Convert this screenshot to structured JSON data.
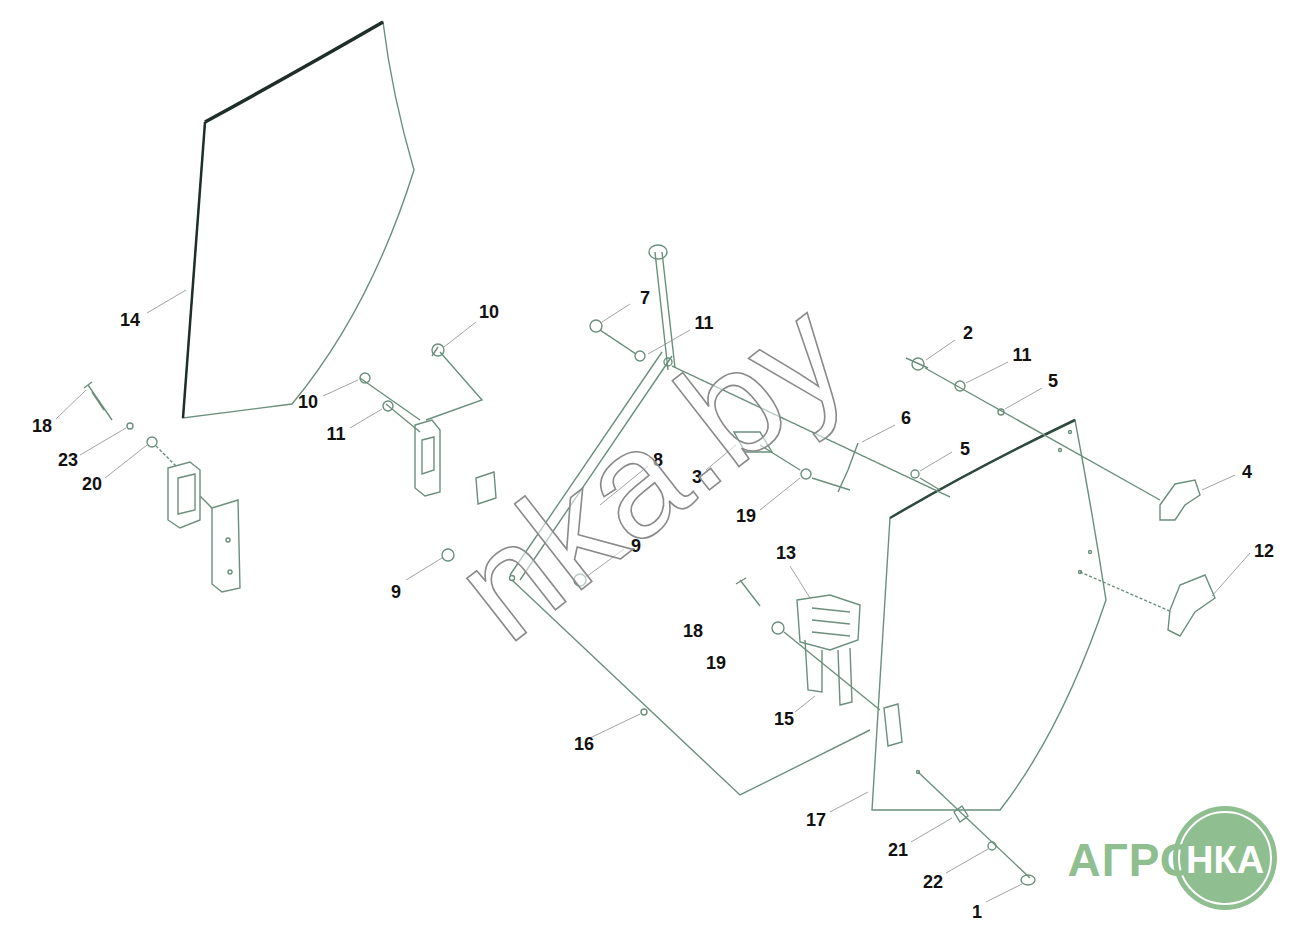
{
  "diagram": {
    "labels": [
      "14",
      "18",
      "23",
      "20",
      "10",
      "10",
      "11",
      "9",
      "9",
      "8",
      "7",
      "11",
      "3",
      "19",
      "2",
      "11",
      "5",
      "6",
      "5",
      "4",
      "12",
      "13",
      "18",
      "19",
      "15",
      "16",
      "17",
      "21",
      "22",
      "1",
      "nka.by",
      "АГРО",
      "НКА"
    ]
  }
}
